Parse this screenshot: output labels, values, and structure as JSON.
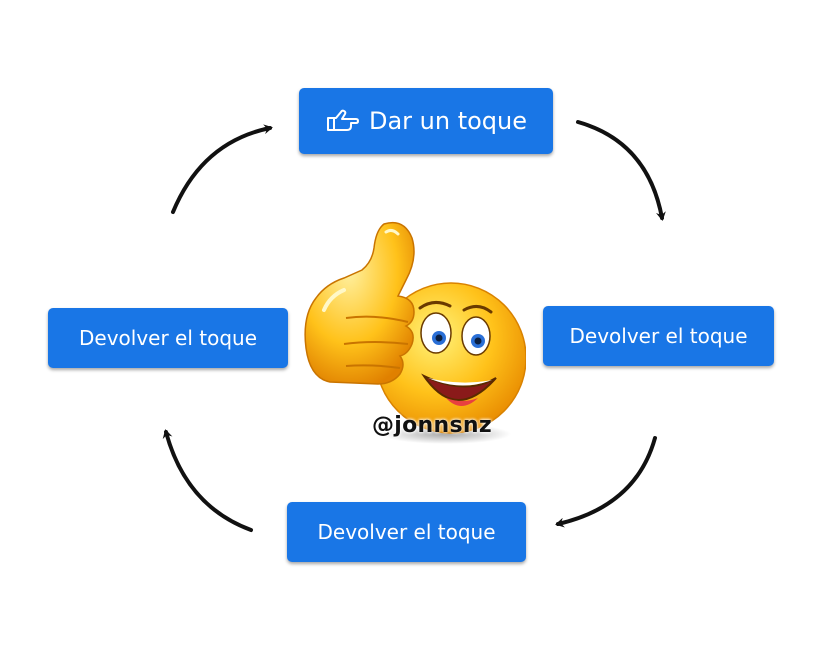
{
  "diagram": {
    "buttons": {
      "top": {
        "label": "Dar un toque",
        "icon": "poke-hand-icon"
      },
      "left": {
        "label": "Devolver el toque"
      },
      "right": {
        "label": "Devolver el toque"
      },
      "bottom": {
        "label": "Devolver el toque"
      }
    },
    "watermark": "@jonnsnz",
    "colors": {
      "button_bg": "#1976e6",
      "button_text": "#ffffff",
      "arrow": "#111111",
      "emoji_face": "#ffc21a"
    },
    "arrow_flow": "clockwise"
  }
}
